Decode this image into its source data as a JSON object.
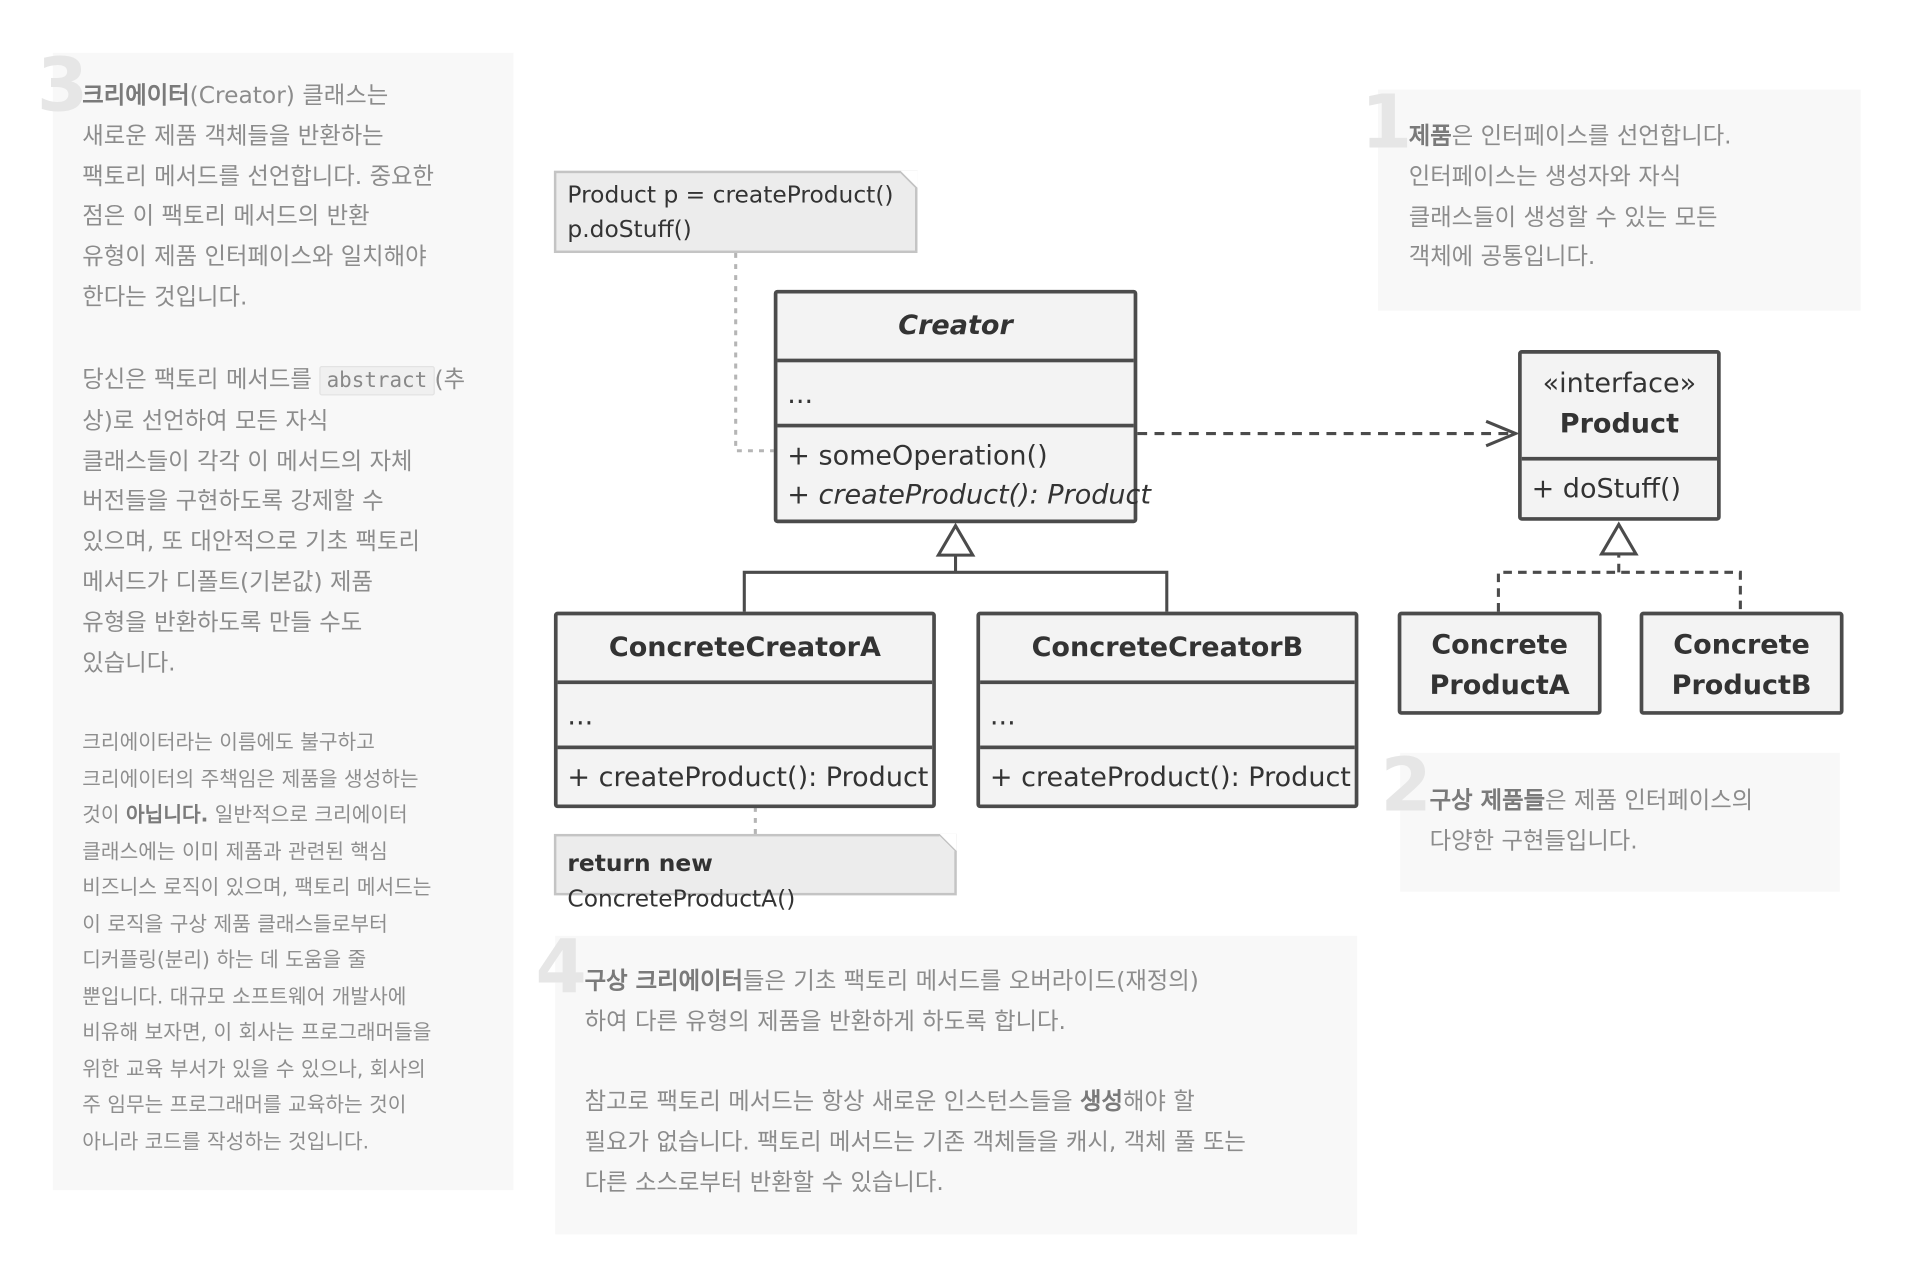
{
  "panel3": {
    "num": "3",
    "p1_bold": "크리에이터",
    "p1_rest": "(Creator) 클래스는\n새로운 제품 객체들을 반환하는\n팩토리 메서드를 선언합니다. 중요한\n점은 이 팩토리 메서드의 반환\n유형이 제품 인터페이스와 일치해야\n한다는 것입니다.",
    "p2_a": "당신은 팩토리 메서드를 ",
    "p2_code": "abstract",
    "p2_b": "(추상)로 선언하여 모든 자식\n클래스들이 각각 이 메서드의 자체\n버전들을 구현하도록 강제할 수\n있으며, 또 대안적으로 기초 팩토리\n메서드가 디폴트(기본값) 제품\n유형을 반환하도록 만들 수도\n있습니다.",
    "p3_a": "크리에이터라는 이름에도 불구하고\n크리에이터의 주책임은 제품을 생성하는\n것이 ",
    "p3_bold": "아닙니다.",
    "p3_b": " 일반적으로 크리에이터\n클래스에는 이미 제품과 관련된 핵심\n비즈니스 로직이 있으며, 팩토리 메서드는\n이 로직을 구상 제품 클래스들로부터\n디커플링(분리) 하는 데 도움을 줄\n뿐입니다. 대규모 소프트웨어 개발사에\n비유해 보자면, 이 회사는 프로그래머들을\n위한 교육 부서가 있을 수 있으나, 회사의\n주 임무는 프로그래머를 교육하는 것이\n아니라 코드를 작성하는 것입니다."
  },
  "panel1": {
    "num": "1",
    "bold": "제품",
    "rest": "은 인터페이스를 선언합니다.\n인터페이스는 생성자와 자식\n클래스들이 생성할 수 있는 모든\n객체에 공통입니다."
  },
  "panel2": {
    "num": "2",
    "bold": "구상 제품들",
    "rest": "은 제품 인터페이스의\n다양한 구현들입니다."
  },
  "panel4": {
    "num": "4",
    "bold": "구상 크리에이터",
    "rest": "들은 기초 팩토리 메서드를 오버라이드(재정의)\n하여 다른 유형의 제품을 반환하게 하도록 합니다.",
    "p2_a": "참고로 팩토리 메서드는 항상 새로운 인스턴스들을 ",
    "p2_bold": "생성",
    "p2_b": "해야 할\n필요가 없습니다. 팩토리 메서드는 기존 객체들을 캐시, 객체 풀 또는\n다른 소스로부터 반환할 수 있습니다."
  },
  "note_top": {
    "line1": "Product p = createProduct()",
    "line2": "p.doStuff()"
  },
  "note_bottom": {
    "kw": "return new",
    "rest": " ConcreteProductA()"
  },
  "creator": {
    "name": "Creator",
    "fields": "...",
    "op1": "+ someOperation()",
    "op2": "+ createProduct(): Product"
  },
  "ccA": {
    "name": "ConcreteCreatorA",
    "fields": "...",
    "op": "+ createProduct(): Product"
  },
  "ccB": {
    "name": "ConcreteCreatorB",
    "fields": "...",
    "op": "+ createProduct(): Product"
  },
  "product": {
    "stereotype": "«interface»",
    "name": "Product",
    "op": "+ doStuff()"
  },
  "cpA": {
    "line1": "Concrete",
    "line2": "ProductA"
  },
  "cpB": {
    "line1": "Concrete",
    "line2": "ProductB"
  },
  "colors": {
    "border": "#4b4b4b",
    "box": "#f3f3f3",
    "panel": "#f8f8f8",
    "text_muted": "#8c8c8c"
  }
}
